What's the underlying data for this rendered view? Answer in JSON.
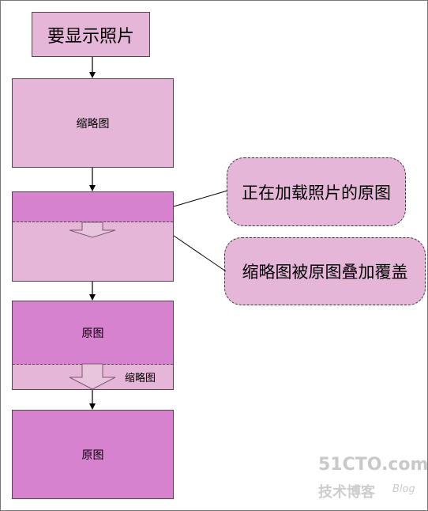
{
  "diagram": {
    "start": "要显示照片",
    "thumbnail": "缩略图",
    "callout_loading": "正在加载照片的原图",
    "callout_overlay": "缩略图被原图叠加覆盖",
    "overlay_original": "原图",
    "overlay_thumbnail": "缩略图",
    "final_original": "原图"
  },
  "watermark": {
    "site": "51CTO.com",
    "subtitle": "技术博客",
    "blog": "Blog"
  },
  "colors": {
    "light_fill": "#e6b6d8",
    "dark_fill": "#d782cf",
    "border": "#5a4050",
    "arrow": "#000000"
  }
}
